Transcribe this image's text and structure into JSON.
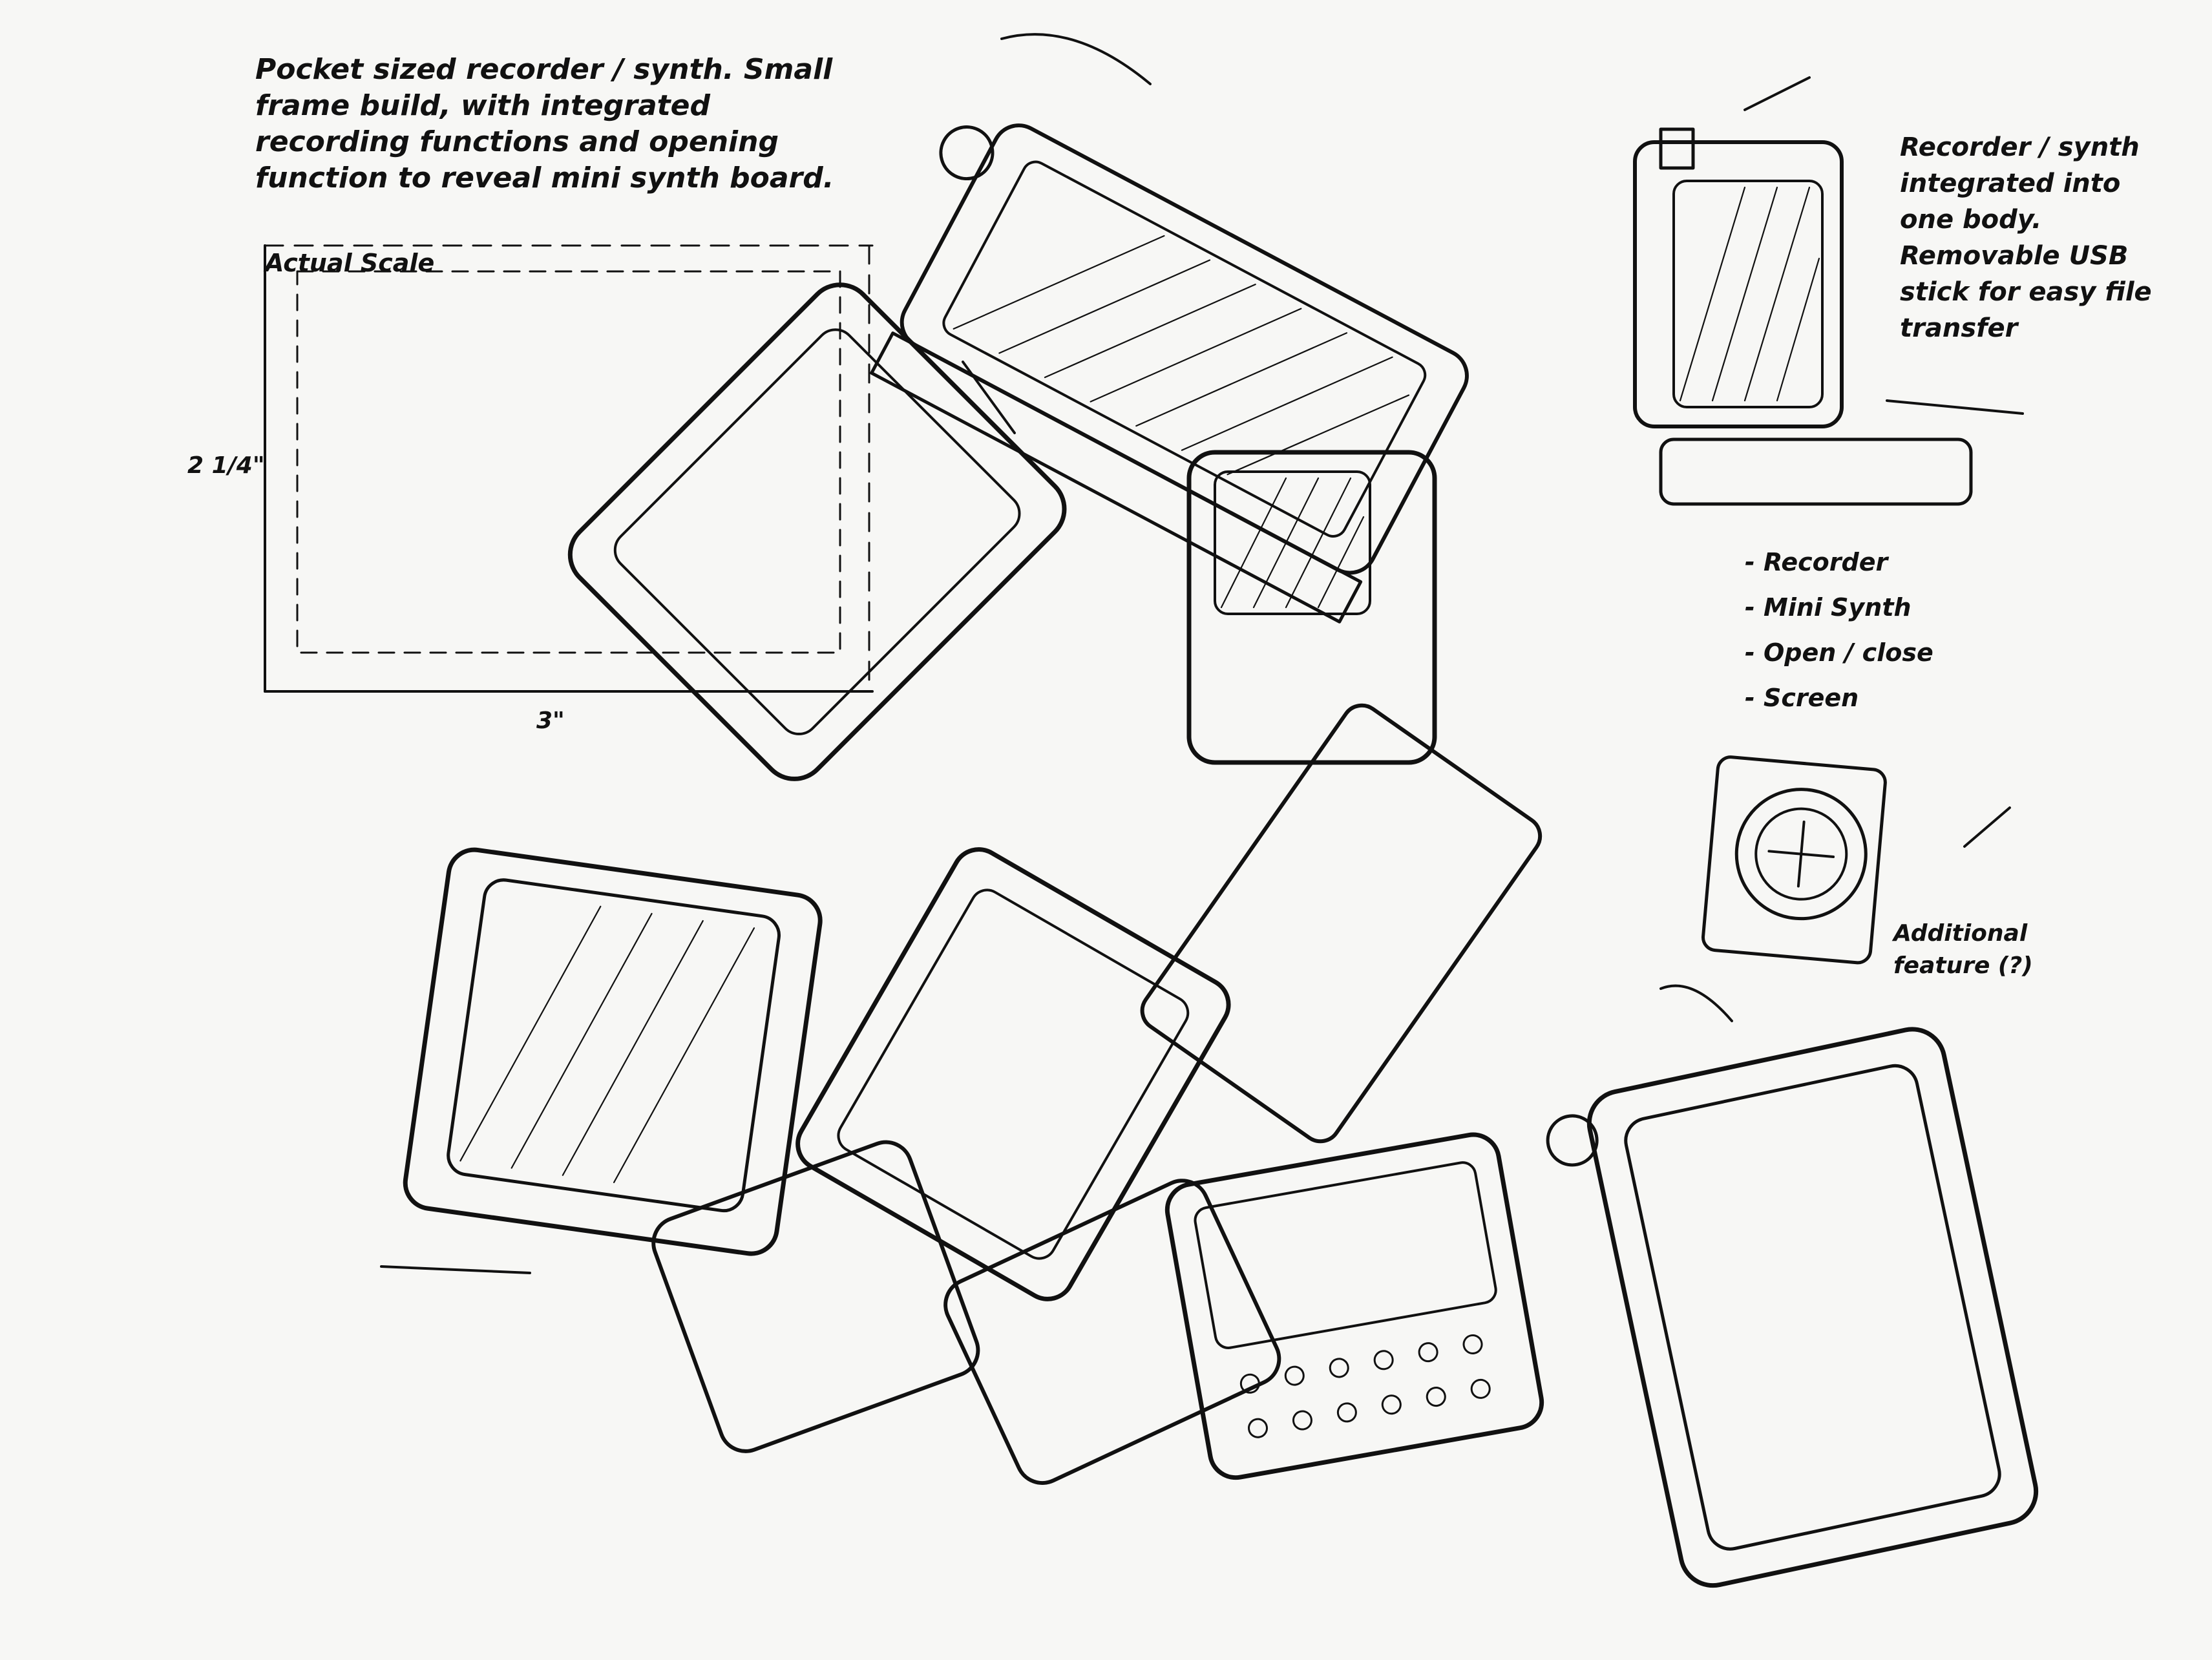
{
  "notes": {
    "intro": "Pocket sized recorder / synth. Small frame build, with integrated recording functions and opening function to reveal mini synth board.",
    "scale_label": "Actual Scale",
    "dim_height": "2 1/4\"",
    "dim_width": "3\"",
    "side_note": "Recorder / synth integrated into one body. Removable USB stick for easy file transfer",
    "features": [
      "- Recorder",
      "- Mini Synth",
      "- Open / close",
      "- Screen"
    ],
    "additional": "Additional feature (?)"
  },
  "colors": {
    "ink": "#111111",
    "paper": "#f7f7f5"
  }
}
